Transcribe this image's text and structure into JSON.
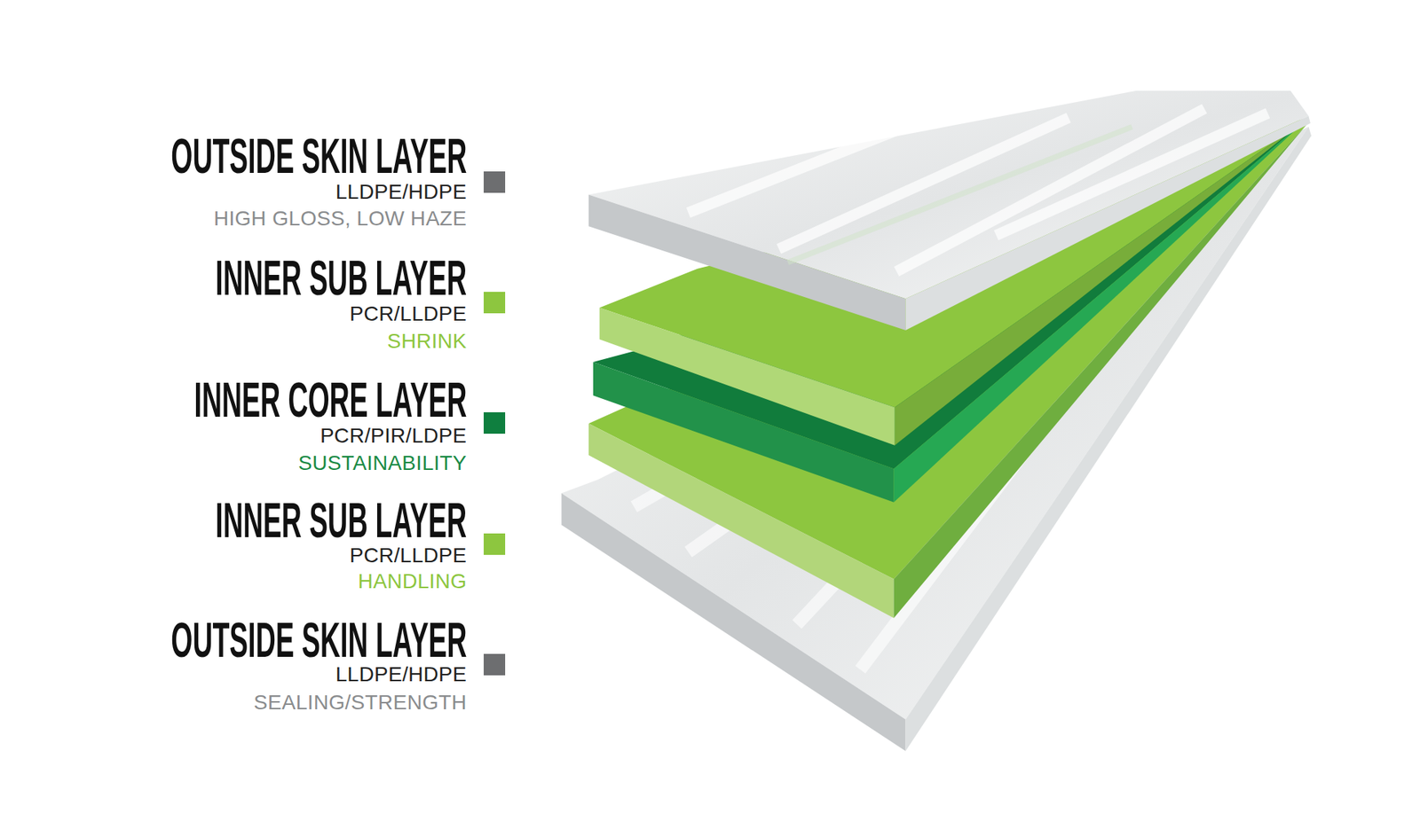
{
  "diagram": {
    "labels": [
      "OUTSIDE SKIN LAYER",
      "LLDPE/HDPE",
      "HIGH GLOSS, LOW HAZE",
      "INNER SUB LAYER",
      "PCR/LLDPE",
      "SHRINK",
      "INNER CORE LAYER",
      "PCR/PIR/LDPE",
      "SUSTAINABILITY",
      "INNER SUB LAYER",
      "PCR/LLDPE",
      "HANDLING",
      "OUTSIDE SKIN LAYER",
      "LLDPE/HDPE",
      "SEALING/STRENGTH"
    ]
  }
}
